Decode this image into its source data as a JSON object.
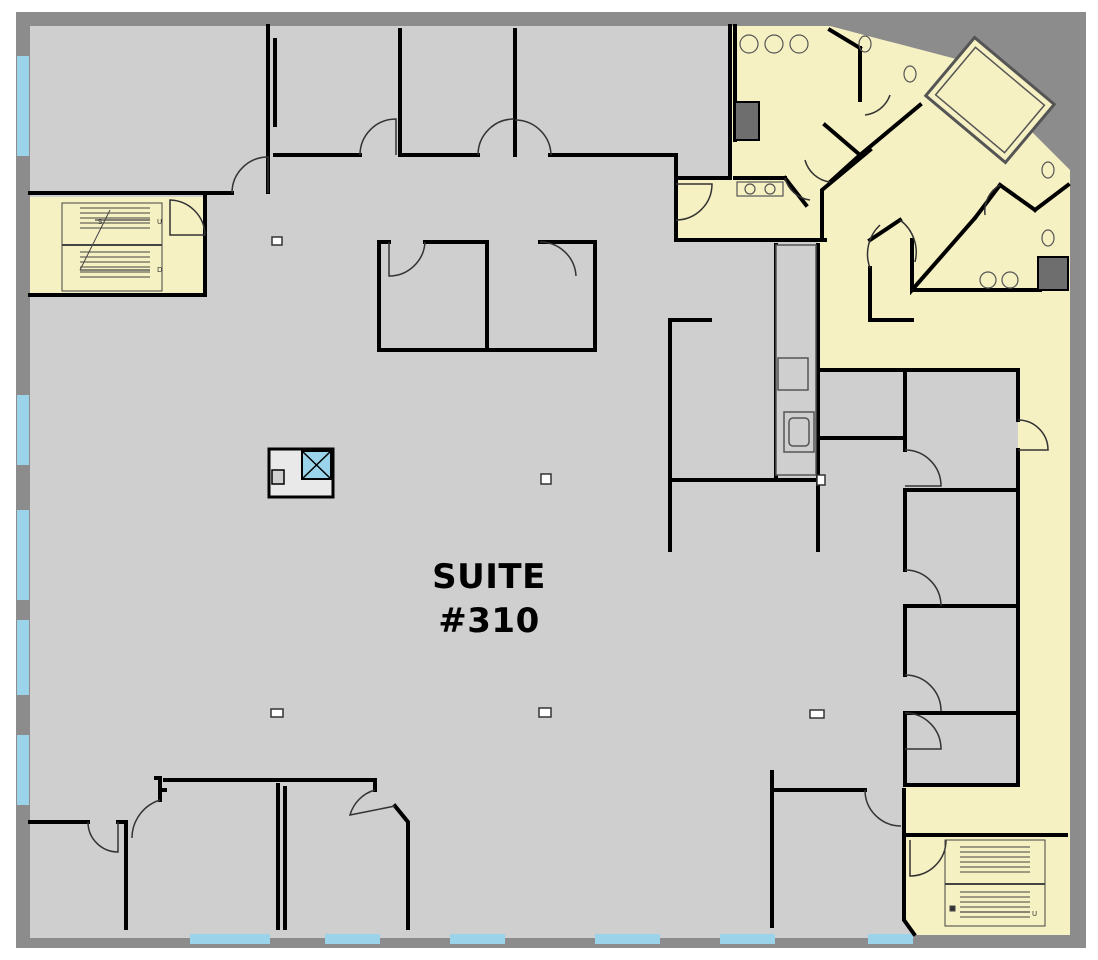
{
  "suite": {
    "line1": "SUITE",
    "line2": "#310"
  },
  "colors": {
    "outer_wall": "#8c8c8c",
    "suite_floor": "#cfcfcf",
    "common_area": "#f6f1c3",
    "wall": "#000000",
    "window": "#9ad3ea",
    "background": "#ffffff"
  },
  "stair_marks": {
    "left_stair": [
      "S",
      "U",
      "D"
    ],
    "right_stair": [
      "U"
    ]
  }
}
